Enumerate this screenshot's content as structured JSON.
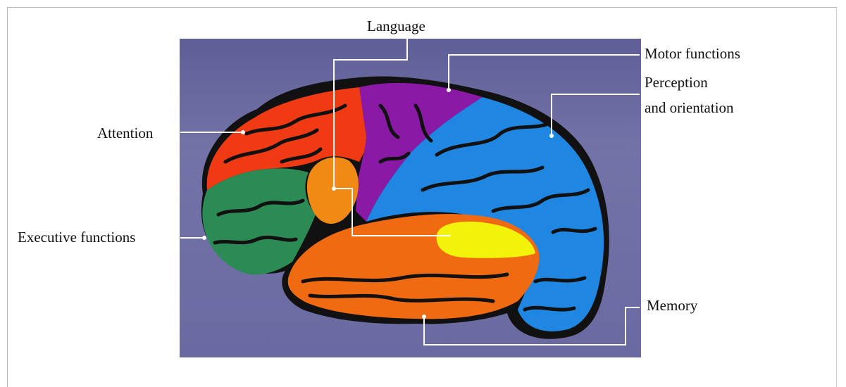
{
  "labels": {
    "language": "Language",
    "motor": "Motor functions",
    "perception_line1": "Perception",
    "perception_line2": "and orientation",
    "attention": "Attention",
    "executive": "Executive functions",
    "memory": "Memory"
  },
  "colors": {
    "background_panel": "#6d6da3",
    "attention_region": "#f03a14",
    "motor_region": "#8a1aa6",
    "perception_region": "#1f86e2",
    "executive_region": "#2c8a55",
    "language_region": "#f08a14",
    "memory_region": "#f06a12",
    "highlight_region": "#f2f20a",
    "outline": "#111111",
    "leader_line": "#ffffff"
  }
}
